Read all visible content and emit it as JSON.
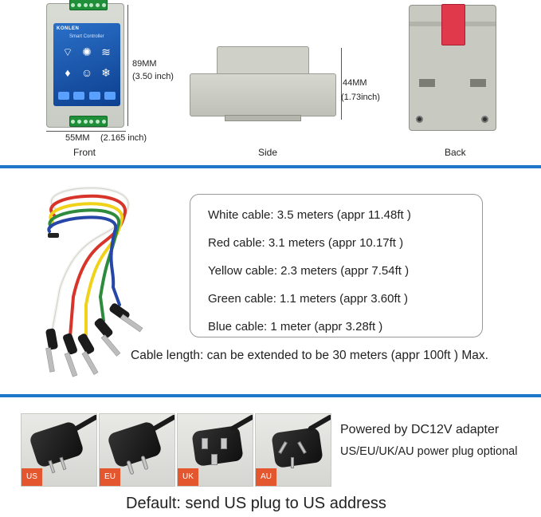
{
  "dimensions": {
    "device_brand": "KONLEN",
    "device_label": "Smart Controller",
    "height_mm": "89MM",
    "height_inch": "(3.50 inch)",
    "width_mm": "55MM",
    "width_inch": "(2.165 inch)",
    "depth_mm": "44MM",
    "depth_inch": "(1.73inch)",
    "views": {
      "front": "Front",
      "side": "Side",
      "back": "Back"
    },
    "icons": [
      "wifi-icon",
      "sun-icon",
      "waves-icon",
      "water-drop-icon",
      "person-icon",
      "snowflake-icon"
    ]
  },
  "cables": {
    "colors": {
      "white": "#f2f2ee",
      "red": "#d8352a",
      "yellow": "#f0d21a",
      "green": "#2e8b3d",
      "blue": "#2747a8"
    },
    "lengths": [
      "White cable: 3.5 meters  (appr 11.48ft )",
      "Red cable: 3.1 meters  (appr 10.17ft )",
      "Yellow cable: 2.3 meters  (appr 7.54ft )",
      "Green cable: 1.1 meters  (appr 3.60ft )",
      "Blue cable: 1 meter (appr 3.28ft )"
    ],
    "note": "Cable length: can be extended to be 30 meters (appr 100ft ) Max."
  },
  "power": {
    "plugs": [
      "US",
      "EU",
      "UK",
      "AU"
    ],
    "title": "Powered by DC12V adapter",
    "subtitle": "US/EU/UK/AU power plug optional",
    "default_note": "Default: send US plug to US address"
  },
  "theme": {
    "divider": "#1e77c8",
    "badge": "#e4572e",
    "screen": "#1d5fb8"
  }
}
